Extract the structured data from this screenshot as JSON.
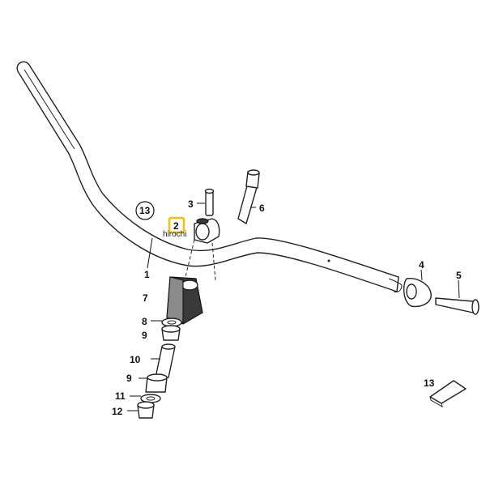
{
  "diagram": {
    "labels": {
      "handlebar": "1",
      "clamp": "2",
      "clamp_bolt": "3",
      "end_weight": "4",
      "end_weight_screw": "5",
      "long_bolt": "6",
      "riser": "7",
      "washer_upper": "8",
      "bushing_upper": "9",
      "sleeve": "10",
      "bushing_lower": "9",
      "washer_lower": "11",
      "nut": "12",
      "kit_circled": "13",
      "kit_pad": "13"
    },
    "watermark": "hirochi",
    "colors": {
      "highlight": "#f2c200",
      "line": "#222222"
    }
  }
}
